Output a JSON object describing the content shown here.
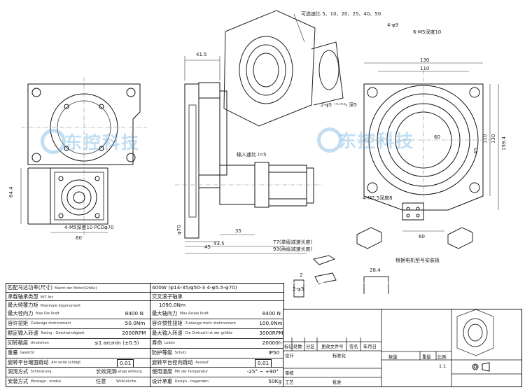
{
  "watermark": {
    "brand": "东控科技"
  },
  "callouts": {
    "reduction_ratio": "可选速比 5、10、20、25、40、50",
    "input_ratio": "输入速比 i=5",
    "motor_adapter_note": "根据电机型号安装板",
    "holes_left": "4-M5深度10 PCDφ70",
    "holes_right_top": "6-M5深度10",
    "holes_right_bottom": "4-M2.5深度8",
    "holes_top": "4-φ9",
    "len_77": "77(单级减速长度)",
    "len_93": "93(两级减速长度)",
    "fit_note": "2-φ5 ⁺⁰·⁰¹²₀ 深5"
  },
  "dimensions": {
    "d_415": "41.5",
    "d_644": "64.4",
    "d_60a": "60",
    "d_70": "φ70",
    "d_60b": "60",
    "d_45": "45",
    "d_435": "43.5",
    "d_35": "35",
    "d_130a": "130",
    "d_110": "110",
    "d_60c": "60",
    "d_130b": "130",
    "d_110b": "110",
    "d_1594": "159.4",
    "d_45r": "45",
    "d_60r": "60",
    "d_284": "28.4",
    "d_2": "2",
    "d_ang": "2-φ3"
  },
  "spec_table": {
    "match_motor": {
      "label": "匹配马达功率(尺寸)",
      "sub": "Macht der Motor(Größe)",
      "value": "400W (φ14-35/φ50-3 4-φ5.5-φ70)"
    },
    "bearing_type": {
      "label": "承载轴承类型",
      "sub": "MIT Art",
      "value": "交叉滚子轴承"
    },
    "tilt_moment": {
      "label": "最大倾覆力矩",
      "sub": "Maximale kippmoment",
      "value": "1090.0Nm"
    },
    "rows": [
      {
        "l": "最大径向力",
        "ls": "Max Die Kraft",
        "lv": "8400 N",
        "r": "最大轴向力",
        "rs": "Max Axiale Kraft",
        "rv": "8400 N"
      },
      {
        "l": "容许扭矩",
        "ls": "Zulässige drehmoment",
        "lv": "50.0Nm",
        "r": "容许惯性扭矩",
        "rs": "Zulässige mehr drehmoment",
        "rv": "100.0Nm"
      },
      {
        "l": "额定输入转速",
        "ls": "Rating - Geschwindigkeit",
        "lv": "2000RPM",
        "r": "最大输入转速",
        "rs": "Die Drehzahl ist der größte",
        "rv": "3000RPM"
      },
      {
        "l": "回转精度",
        "ls": "Umdrehen",
        "lv": "≤1 arcmin (±0.5)",
        "r": "寿命",
        "rs": "Leben",
        "rv": "20000h"
      },
      {
        "l": "重量",
        "ls": "Gewicht",
        "lv": "",
        "r": "防护等级",
        "rs": "Schutz",
        "rv": "IP50"
      },
      {
        "l": "旋转平台端面跳动",
        "ls": "Am ende schlägt",
        "lv": "0.01",
        "r": "旋转平台径向跳动",
        "rs": "Auslauf",
        "rv": "0.01"
      },
      {
        "l": "润滑方式",
        "ls": "Schmierung",
        "lv": "长效润滑",
        "lvs": "Lange wirkung",
        "r": "使用温度",
        "rs": "Mit der temperatur",
        "rv": "-25° ~ +90°"
      },
      {
        "l": "安装方式",
        "ls": "Montage - modus",
        "lv": "任意",
        "lvs": "Willkürliche",
        "r": "设计承重",
        "rs": "Design - tragenden",
        "rv": "50Kg"
      }
    ]
  },
  "title_block": {
    "headers": [
      "标记",
      "处数",
      "分区",
      "更改文件号",
      "签名",
      "年月日"
    ],
    "design": "设计",
    "standardize": "标准化",
    "review": "审核",
    "process": "工艺",
    "approve": "批准",
    "weight_label": "数量",
    "mass_label": "重量",
    "scale_label": "比例",
    "scale_value": "1:1"
  }
}
